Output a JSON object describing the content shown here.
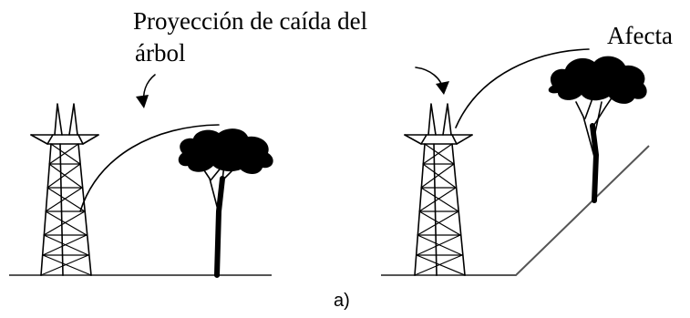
{
  "figure": {
    "left_panel": {
      "label_line1": "Proyección de caída del",
      "label_line2": "árbol"
    },
    "right_panel": {
      "label": "Afecta"
    },
    "caption": "a)"
  }
}
